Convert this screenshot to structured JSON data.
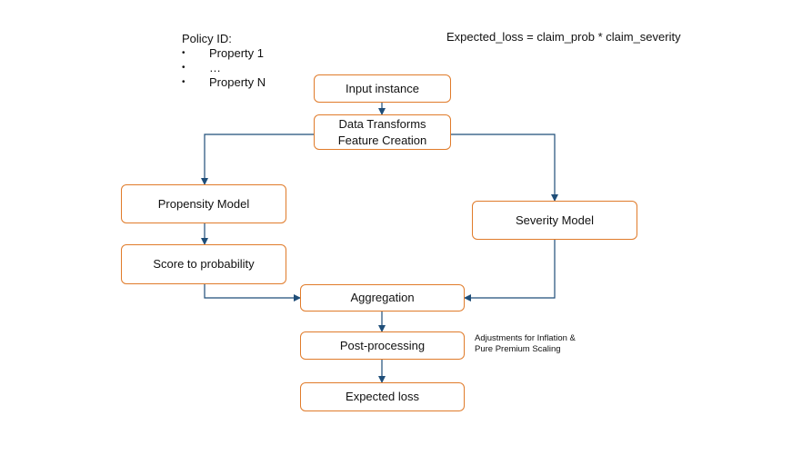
{
  "policy": {
    "title": "Policy ID:",
    "items": [
      {
        "bullet": "•",
        "label": "Property 1"
      },
      {
        "bullet": "•",
        "label": "…"
      },
      {
        "bullet": "•",
        "label": "Property N"
      }
    ]
  },
  "formula": "Expected_loss = claim_prob * claim_severity",
  "nodes": {
    "input_instance": "Input instance",
    "data_transforms_line1": "Data Transforms",
    "data_transforms_line2": "Feature Creation",
    "propensity_model": "Propensity Model",
    "score_to_probability": "Score to probability",
    "severity_model": "Severity Model",
    "aggregation": "Aggregation",
    "post_processing": "Post-processing",
    "expected_loss": "Expected loss"
  },
  "note": {
    "line1": "Adjustments for Inflation &",
    "line2": "Pure Premium Scaling"
  },
  "colors": {
    "box_border": "#e07b2a",
    "connector": "#1f4e79"
  }
}
